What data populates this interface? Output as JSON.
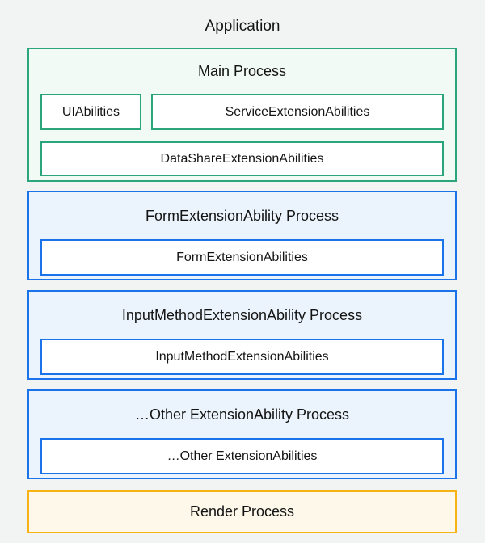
{
  "application": {
    "title": "Application"
  },
  "main_process": {
    "title": "Main Process",
    "abilities": [
      {
        "label": "UIAbilities"
      },
      {
        "label": "ServiceExtensionAbilities"
      },
      {
        "label": "DataShareExtensionAbilities"
      }
    ]
  },
  "extension_processes": [
    {
      "title": "FormExtensionAbility Process",
      "ability": "FormExtensionAbilities"
    },
    {
      "title": "InputMethodExtensionAbility Process",
      "ability": "InputMethodExtensionAbilities"
    },
    {
      "title": "…Other ExtensionAbility Process",
      "ability": "…Other ExtensionAbilities"
    }
  ],
  "render_process": {
    "title": "Render Process"
  },
  "colors": {
    "green": "#2ba57c",
    "green-fill": "#f1faf5",
    "blue": "#1a73e8",
    "blue-fill": "#ebf4fc",
    "amber": "#f5b314",
    "amber-fill": "#fdf8ea",
    "page-bg": "#f2f3f3",
    "text": "#141414"
  }
}
